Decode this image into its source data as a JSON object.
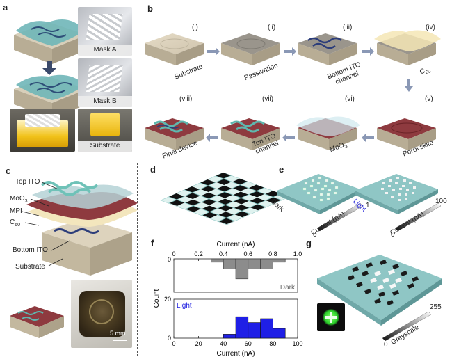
{
  "panels": {
    "a": "a",
    "b": "b",
    "c": "c",
    "d": "d",
    "e": "e",
    "f": "f",
    "g": "g"
  },
  "panel_a": {
    "mask_a": "Mask A",
    "mask_b": "Mask B",
    "substrate": "Substrate"
  },
  "panel_b": {
    "steps": [
      {
        "num": "(i)",
        "label": "Substrate"
      },
      {
        "num": "(ii)",
        "label": "Passivation"
      },
      {
        "num": "(iii)",
        "label": "Bottom ITO channel"
      },
      {
        "num": "(iv)",
        "label": "C60"
      },
      {
        "num": "(v)",
        "label": "Perovskite"
      },
      {
        "num": "(vi)",
        "label": "MoO3"
      },
      {
        "num": "(vii)",
        "label": "Top ITO channel"
      },
      {
        "num": "(viii)",
        "label": "Final device"
      }
    ]
  },
  "panel_c": {
    "top_ito": "Top ITO",
    "moo3": "MoO3",
    "mpi": "MPI",
    "c60": "C60",
    "bottom_ito": "Bottom ITO",
    "substrate": "Substrate",
    "scale": "5 mm"
  },
  "panel_e": {
    "dark": "Dark",
    "light": "Light",
    "cur1": "Current (nA)",
    "cur2": "Current (nA)",
    "min1": "0",
    "max1": "1",
    "min2": "0",
    "max2": "100"
  },
  "panel_g": {
    "axis": "Greyscale",
    "min": "0",
    "max": "255"
  },
  "colors": {
    "teal": "#7fbfbd",
    "dark_bar": "#8c8c8c",
    "light_bar": "#1f1fe6",
    "perovskite": "#8e3a3f",
    "substrate": "#c9bfa8"
  },
  "chart_data": {
    "type": "bar",
    "top": {
      "xlabel": "Current (nA)",
      "xlim": [
        0,
        1.0
      ],
      "xticks": [
        "0",
        "0.2",
        "0.4",
        "0.6",
        "0.8",
        "1.0"
      ],
      "yticks": [
        "0"
      ],
      "label": "Dark",
      "bins": [
        {
          "x0": 0.3,
          "x1": 0.4,
          "count": 2
        },
        {
          "x0": 0.4,
          "x1": 0.5,
          "count": 6
        },
        {
          "x0": 0.5,
          "x1": 0.6,
          "count": 12
        },
        {
          "x0": 0.6,
          "x1": 0.7,
          "count": 6
        },
        {
          "x0": 0.7,
          "x1": 0.8,
          "count": 6
        },
        {
          "x0": 0.8,
          "x1": 0.9,
          "count": 2
        }
      ],
      "ylim": [
        -20,
        0
      ]
    },
    "bottom": {
      "xlabel": "Current (nA)",
      "xlim": [
        0,
        100
      ],
      "xticks": [
        "0",
        "20",
        "40",
        "60",
        "80",
        "100"
      ],
      "yticks": [
        "0",
        "20"
      ],
      "label": "Light",
      "bins": [
        {
          "x0": 40,
          "x1": 50,
          "count": 2
        },
        {
          "x0": 50,
          "x1": 60,
          "count": 11
        },
        {
          "x0": 60,
          "x1": 70,
          "count": 8
        },
        {
          "x0": 70,
          "x1": 80,
          "count": 10
        },
        {
          "x0": 80,
          "x1": 90,
          "count": 5
        }
      ],
      "ylim": [
        0,
        20
      ]
    },
    "ylabel": "Count"
  }
}
